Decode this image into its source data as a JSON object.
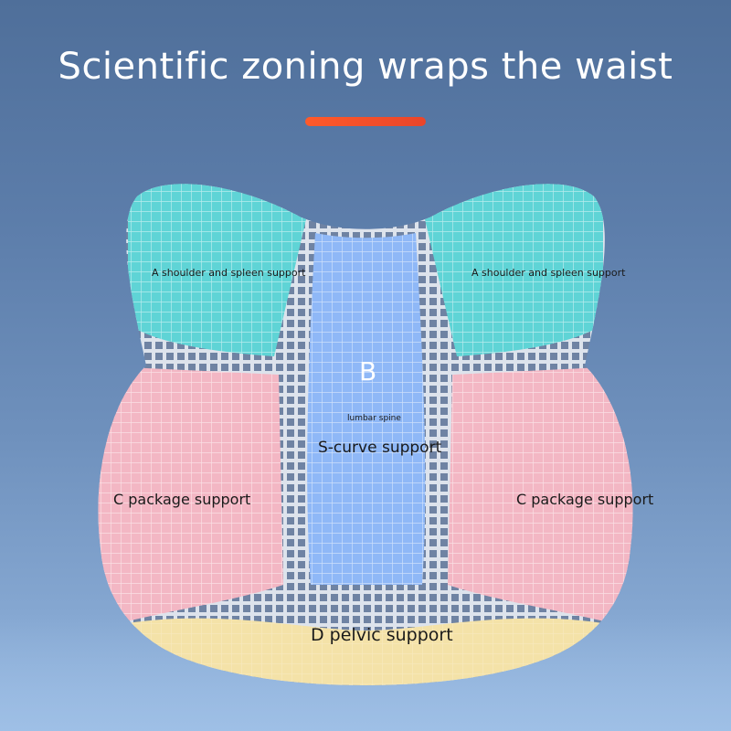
{
  "title": "Scientific zoning wraps the waist",
  "colors": {
    "accent": "#ff5a2a",
    "zone_a": "#5fd4d6",
    "zone_b": "#8fb8f7",
    "zone_c": "#f3b7c4",
    "zone_d": "#f4e2a8",
    "mesh": "#d5dbe6"
  },
  "zones": {
    "a_left": "A shoulder and spleen support",
    "a_right": "A shoulder and spleen support",
    "b_letter": "B",
    "b_caption": "lumbar spine",
    "b_label": "S-curve support",
    "c_left": "C package support",
    "c_right": "C package support",
    "d_label": "D pelvic support"
  }
}
